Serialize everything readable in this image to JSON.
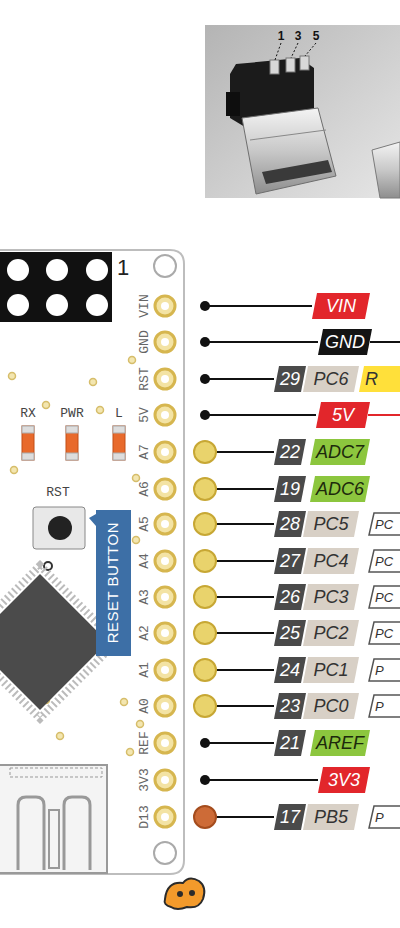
{
  "diagram": {
    "nodes": [
      {
        "text": [
          "VIN"
        ]
      },
      {
        "text": [
          "GND"
        ]
      },
      {
        "text": [
          "29"
        ]
      },
      {
        "text": [
          "PC6"
        ]
      },
      {
        "text": [
          "R"
        ]
      },
      {
        "text": [
          "5V"
        ]
      },
      {
        "text": [
          "22"
        ]
      },
      {
        "text": [
          "ADC7"
        ]
      },
      {
        "text": [
          "19"
        ]
      },
      {
        "text": [
          "ADC6"
        ]
      },
      {
        "text": [
          "RESET BUTTON"
        ]
      },
      {
        "text": [
          "28"
        ]
      },
      {
        "text": [
          "PC5"
        ]
      },
      {
        "text": [
          "PC"
        ]
      },
      {
        "text": [
          "27"
        ]
      },
      {
        "text": [
          "PC4"
        ]
      },
      {
        "text": [
          "PC"
        ]
      },
      {
        "text": [
          "26"
        ]
      },
      {
        "text": [
          "PC3"
        ]
      },
      {
        "text": [
          "PC"
        ]
      },
      {
        "text": [
          "25"
        ]
      },
      {
        "text": [
          "PC2"
        ]
      },
      {
        "text": [
          "PC"
        ]
      },
      {
        "text": [
          "24"
        ]
      },
      {
        "text": [
          "PC1"
        ]
      },
      {
        "text": [
          "P"
        ]
      },
      {
        "text": [
          "23"
        ]
      },
      {
        "text": [
          "PC0"
        ]
      },
      {
        "text": [
          "P"
        ]
      },
      {
        "text": [
          "21"
        ]
      },
      {
        "text": [
          "AREF"
        ]
      },
      {
        "text": [
          "3V3"
        ]
      },
      {
        "text": [
          "17"
        ]
      },
      {
        "text": [
          "PB5"
        ]
      },
      {
        "text": [
          "P"
        ]
      }
    ],
    "labels": [
      "1",
      "3",
      "5",
      "1",
      "VIN",
      "GND",
      "RST",
      "5V",
      "A7",
      "A6",
      "A5",
      "A4",
      "A3",
      "A2",
      "A1",
      "A0",
      "REF",
      "3V3",
      "D13",
      "RX",
      "PWR",
      "L",
      "RST"
    ]
  }
}
